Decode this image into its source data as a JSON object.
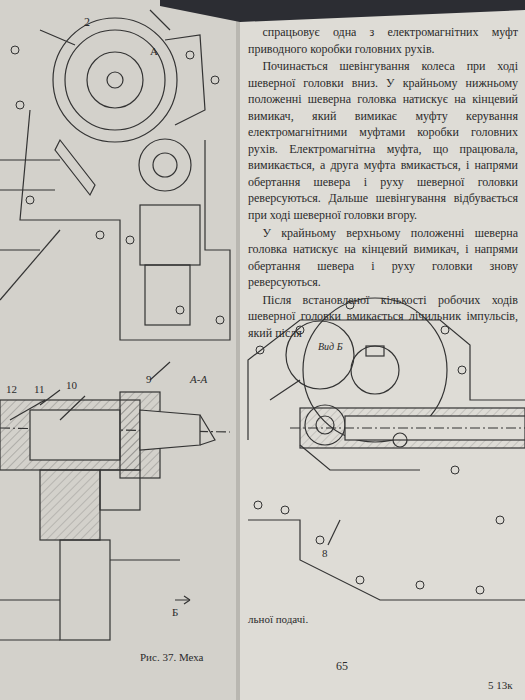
{
  "diagram": {
    "caption": "Рис. 37. Меха",
    "labels": [
      "спрацьовує одна з електромагнітних муфт приводного коробки головних рухів.",
      "Починається шевінгування колеса при ході шеверної головки вниз. У крайньому нижньому положенні шеверна головка натискує на кінцевий вимикач, який вимикає муфту керування електромагнітними муфтами коробки головних рухів. Електромагнітна муфта, що працювала, вимикається, а друга муфта вмикається, і напрями обертання шевера і руху шеверної головки реверсуються. Дальше шевінгування відбувається при ході шеверної головки вгору.",
      "У крайньому верхньому положенні шеверна головка натискує на кінцевий вимикач, і напрями обертання шевера і руху головки знову реверсуються.",
      "Після встановленої кількості робочих ходів шеверної головки вмикається лічильник імпульсів, який після",
      "2",
      "А",
      "А-А",
      "12",
      "11",
      "10",
      "9",
      "Б",
      "Вид Б",
      "8",
      "льної подачі.",
      "65",
      "5 13к"
    ]
  }
}
